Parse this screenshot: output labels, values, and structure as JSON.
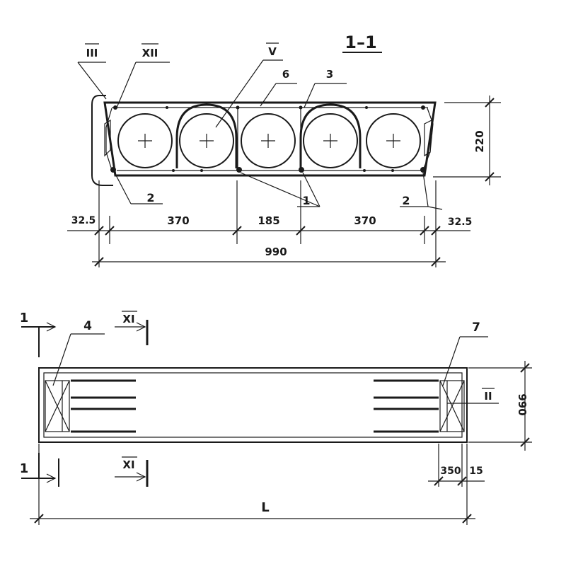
{
  "section": {
    "title": "1–1",
    "callouts": {
      "iii": "III",
      "xii": "XII",
      "v": "V",
      "six": "6",
      "three": "3",
      "two_left": "2",
      "one": "1",
      "two_right": "2"
    },
    "dims": {
      "edge_left": "32.5",
      "span_left": "370",
      "span_mid": "185",
      "span_right": "370",
      "edge_right": "32.5",
      "total_width": "990",
      "height": "220"
    }
  },
  "plan": {
    "cut_left_top": "1",
    "cut_left_bottom": "1",
    "cut_xi_top": "XI",
    "cut_xi_bottom": "XI",
    "callout_four": "4",
    "callout_seven": "7",
    "callout_ii": "II",
    "dims": {
      "width": "990",
      "end_zone": "350",
      "end_gap": "15",
      "length": "L"
    }
  }
}
